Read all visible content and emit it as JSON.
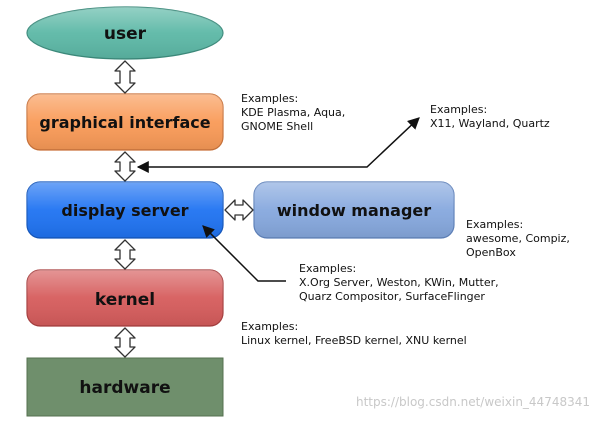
{
  "nodes": {
    "user": {
      "label": "user",
      "color": "#5cb8a6"
    },
    "graphical_interface": {
      "label": "graphical interface",
      "color": "#f99a57"
    },
    "display_server": {
      "label": "display server",
      "color": "#1f73f2"
    },
    "window_manager": {
      "label": "window manager",
      "color": "#86a8de"
    },
    "kernel": {
      "label": "kernel",
      "color": "#d65c5c"
    },
    "hardware": {
      "label": "hardware",
      "color": "#6f8f6c"
    }
  },
  "notes": {
    "graphical_interface": {
      "heading": "Examples:",
      "lines": [
        "KDE Plasma, Aqua,",
        "GNOME Shell"
      ]
    },
    "display_protocol": {
      "heading": "Examples:",
      "lines": [
        "X11, Wayland, Quartz"
      ]
    },
    "window_manager": {
      "heading": "Examples:",
      "lines": [
        "awesome, Compiz,",
        "OpenBox"
      ]
    },
    "display_server": {
      "heading": "Examples:",
      "lines": [
        "X.Org Server, Weston, KWin, Mutter,",
        "Quarz Compositor, SurfaceFlinger"
      ]
    },
    "kernel": {
      "heading": "Examples:",
      "lines": [
        "Linux kernel, FreeBSD kernel, XNU kernel"
      ]
    }
  },
  "watermark": "https://blog.csdn.net/weixin_44748341"
}
